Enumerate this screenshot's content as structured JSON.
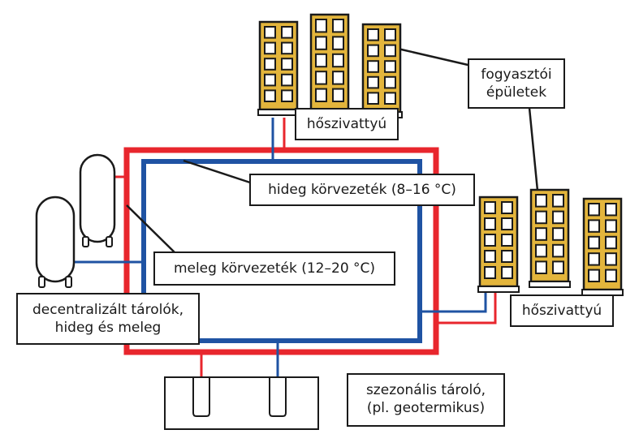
{
  "labels": {
    "consumer_buildings": [
      "fogyasztói",
      "épületek"
    ],
    "heat_pump_top": "hőszivattyú",
    "heat_pump_right": "hőszivattyú",
    "cold_loop": "hideg körvezeték (8–16 °C)",
    "warm_loop": "meleg körvezeték (12–20 °C)",
    "decentral_storage": [
      "decentralizált tárolók,",
      "hideg és meleg"
    ],
    "seasonal_storage": [
      "szezonális tároló,",
      "(pl. geotermikus)"
    ]
  },
  "colors": {
    "warm_pipe": "#e8262d",
    "cold_pipe": "#1f53a3",
    "building_fill": "#e3b53c",
    "building_stroke": "#1a1a1a",
    "outline": "#1a1a1a"
  }
}
